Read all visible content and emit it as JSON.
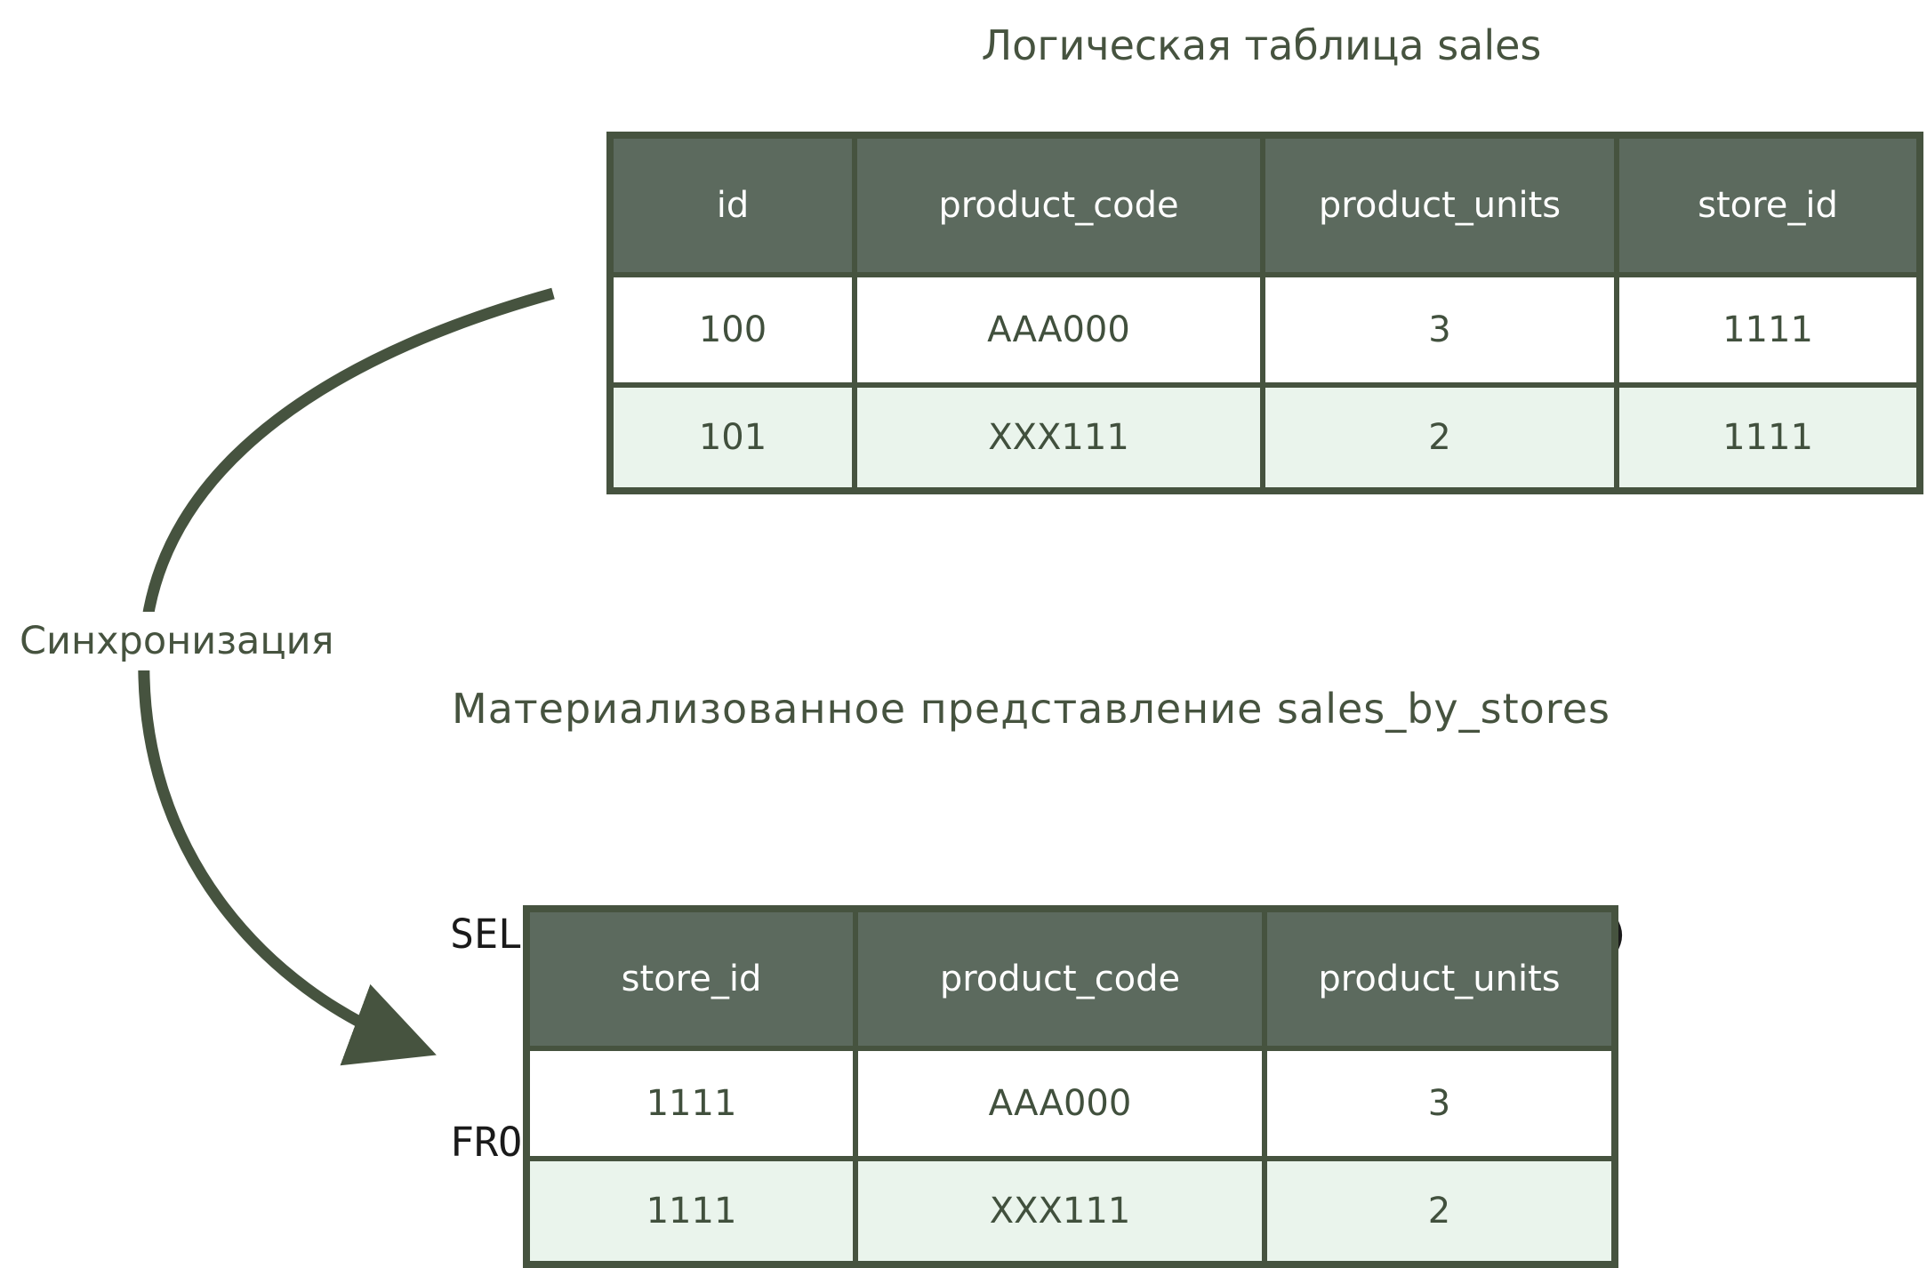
{
  "colors": {
    "background": "#ffffff",
    "dark_green": "#46533f",
    "header_fill": "#5c6a5e",
    "header_text": "#ffffff",
    "cell_text": "#41503d",
    "row_fill": "#ffffff",
    "row_alt_fill": "#eaf4ec",
    "sql_text": "#1a1a1a"
  },
  "sync_label": "Синхронизация",
  "logical_table": {
    "title": "Логическая таблица sales",
    "columns": [
      "id",
      "product_code",
      "product_units",
      "store_id"
    ],
    "rows": [
      [
        "100",
        "AAA000",
        "3",
        "1111"
      ],
      [
        "101",
        "XXX111",
        "2",
        "1111"
      ]
    ]
  },
  "materialized_view": {
    "title": "Материализованное представление sales_by_stores",
    "sql": [
      "SELECT store_id, product_code, SUM(product_units)",
      "FROM sales GROUP BY store_id, product_code"
    ],
    "columns": [
      "store_id",
      "product_code",
      "product_units"
    ],
    "rows": [
      [
        "1111",
        "AAA000",
        "3"
      ],
      [
        "1111",
        "XXX111",
        "2"
      ]
    ]
  }
}
